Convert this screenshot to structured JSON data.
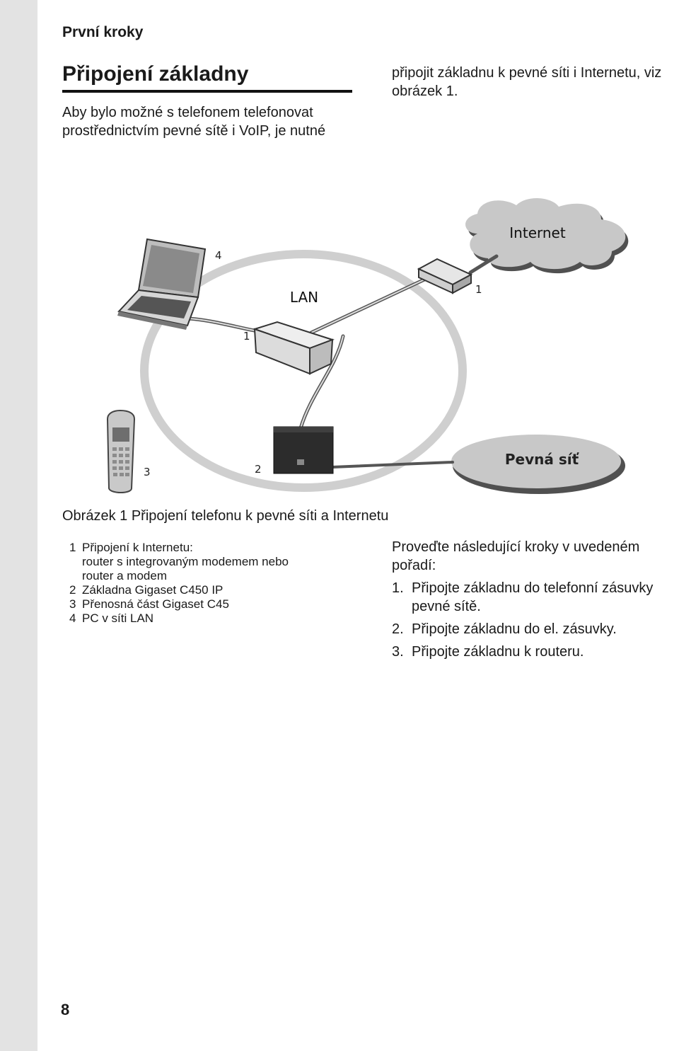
{
  "header": {
    "section": "První kroky"
  },
  "title": "Připojení základny",
  "intro": {
    "left": "Aby bylo možné s telefonem telefonovat prostřednictvím pevné sítě i VoIP, je nutné",
    "right": "připojit základnu k pevné síti i Internetu, viz obrázek 1."
  },
  "figure": {
    "labels": {
      "internet": "Internet",
      "lan": "LAN",
      "landline": "Pevná síť",
      "num_pc": "4",
      "num_modem": "1",
      "num_router": "1",
      "num_handset": "3",
      "num_base": "2"
    },
    "caption": "Obrázek 1 Připojení telefonu k pevné síti a Internetu"
  },
  "legend": [
    {
      "num": "1",
      "text": "Připojení k Internetu:",
      "sub": [
        "router s integrovaným modemem nebo",
        "router a modem"
      ]
    },
    {
      "num": "2",
      "text": "Základna Gigaset C450 IP"
    },
    {
      "num": "3",
      "text": "Přenosná část Gigaset C45"
    },
    {
      "num": "4",
      "text": "PC v síti LAN"
    }
  ],
  "steps": {
    "lead": "Proveďte následující kroky v uvedeném pořadí:",
    "items": [
      {
        "num": "1.",
        "text": "Připojte základnu do telefonní zásuvky pevné sítě."
      },
      {
        "num": "2.",
        "text": "Připojte základnu do el. zásuvky."
      },
      {
        "num": "3.",
        "text": "Připojte základnu k routeru."
      }
    ]
  },
  "page_number": "8"
}
